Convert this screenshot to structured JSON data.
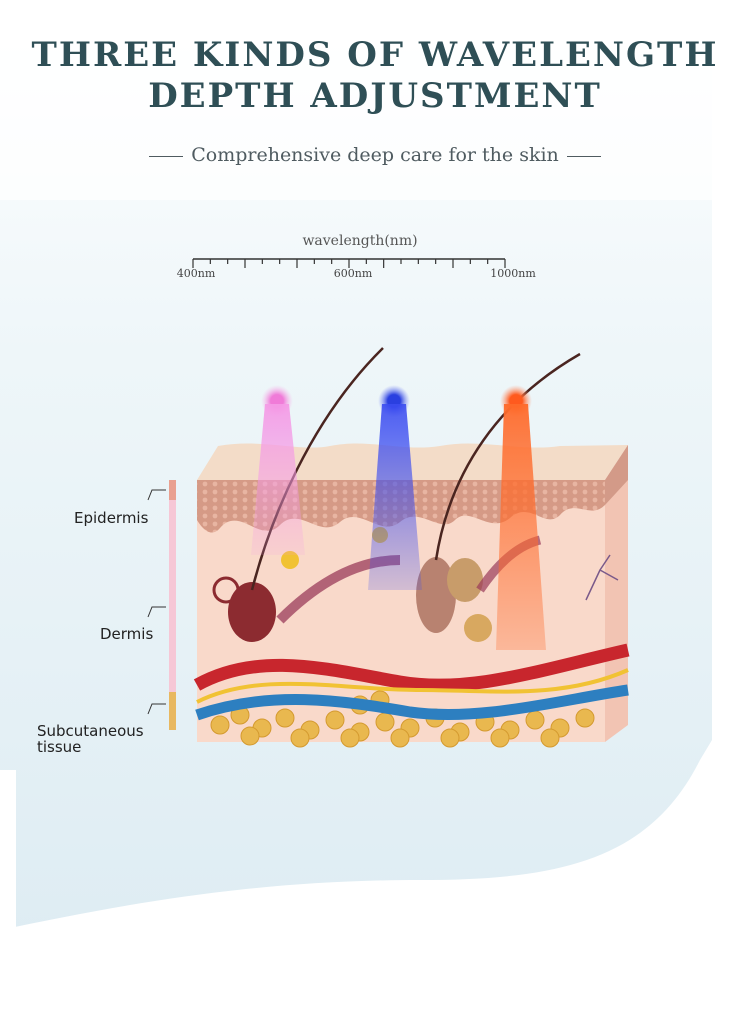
{
  "header": {
    "title_line1": "THREE KINDS OF WAVELENGTH",
    "title_line2": "DEPTH ADJUSTMENT",
    "subtitle": "Comprehensive deep care for the skin"
  },
  "wavelength_scale": {
    "label": "wavelength(nm)",
    "ticks": [
      "400nm",
      "600nm",
      "1000nm"
    ]
  },
  "layers": {
    "epidermis": "Epidermis",
    "dermis": "Dermis",
    "subcutaneous_line1": "Subcutaneous",
    "subcutaneous_line2": "tissue"
  },
  "colors": {
    "title": "#2f4f56",
    "light_pink": "#f07bd8",
    "light_blue": "#2a3fe0",
    "light_red": "#ff5a1e",
    "epidermis_bar": "#e9a090",
    "dermis_bar": "#f6c7d6",
    "subcutaneous_bar": "#e8b860"
  }
}
